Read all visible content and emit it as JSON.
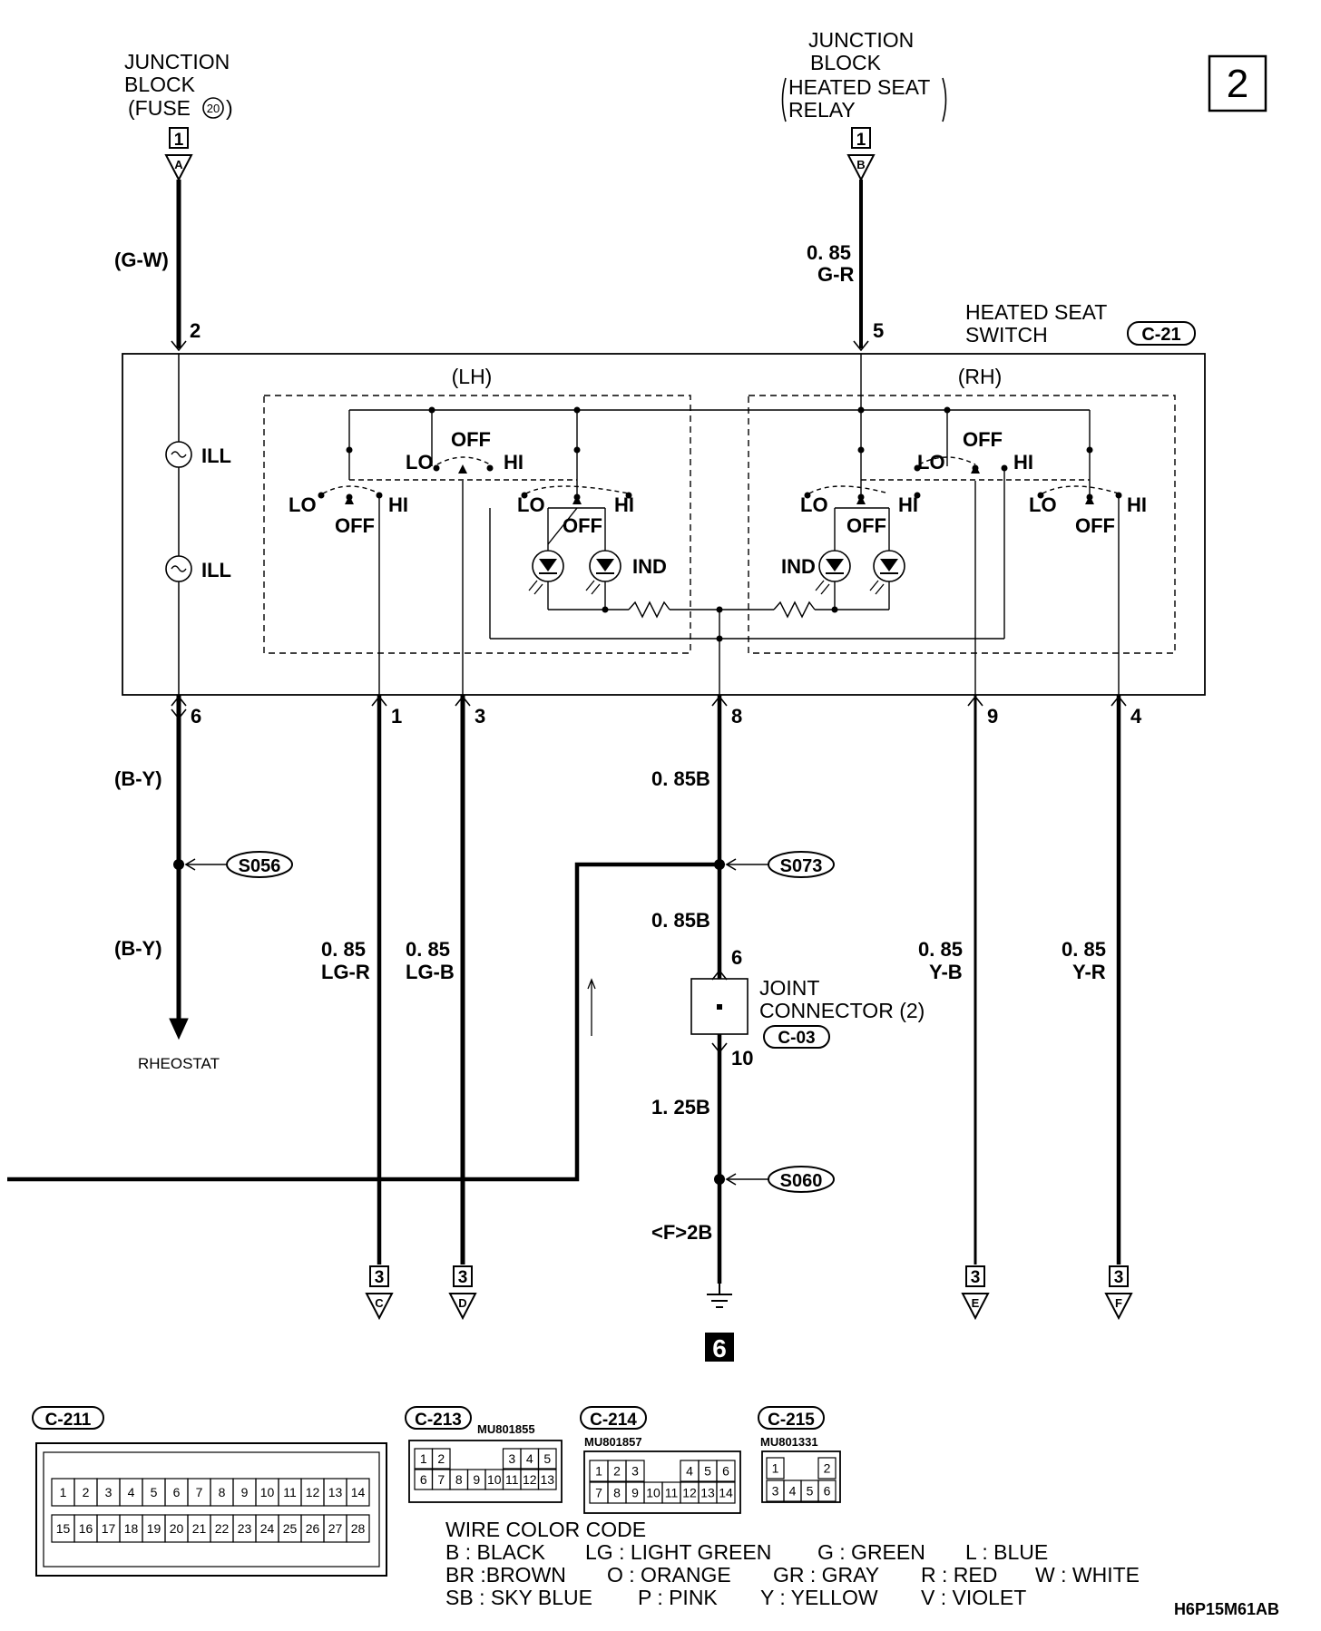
{
  "page_number": "2",
  "diagram_code": "H6P15M61AB",
  "junction_left": {
    "line1": "JUNCTION",
    "line2": "BLOCK",
    "line3": "(FUSE",
    "fuse_no": "20",
    "line3_end": ")",
    "box": "1",
    "conn": "A"
  },
  "junction_right": {
    "line1": "JUNCTION",
    "line2": "BLOCK",
    "line3": "HEATED SEAT",
    "line4": "RELAY",
    "box": "1",
    "conn": "B"
  },
  "wires": {
    "gw": "(G-W)",
    "right_size": "0. 85",
    "right_color": "G-R",
    "by_top": "(B-Y)",
    "by_bottom": "(B-Y)",
    "center_size1": "0. 85B",
    "center_size2": "0. 85B",
    "center_size3": "1. 25B",
    "center_ground": "<F>2B",
    "lgr_size": "0. 85",
    "lgr_color": "LG-R",
    "lgb_size": "0. 85",
    "lgb_color": "LG-B",
    "yb_size": "0. 85",
    "yb_color": "Y-B",
    "yr_size": "0. 85",
    "yr_color": "Y-R"
  },
  "pins": {
    "p2": "2",
    "p5": "5",
    "p6": "6",
    "p1": "1",
    "p3": "3",
    "p8": "8",
    "p9": "9",
    "p4": "4",
    "jc_in": "6",
    "jc_out": "10"
  },
  "switch": {
    "title1": "HEATED SEAT",
    "title2": "SWITCH",
    "code": "C-21",
    "lh": "(LH)",
    "rh": "(RH)"
  },
  "switch_labels": {
    "ill": "ILL",
    "ind": "IND",
    "lo": "LO",
    "hi": "HI",
    "off": "OFF"
  },
  "splices": {
    "s056": "S056",
    "s073": "S073",
    "s060": "S060"
  },
  "joint_connector": {
    "line1": "JOINT",
    "line2": "CONNECTOR (2)",
    "code": "C-03"
  },
  "rheostat": "RHEOSTAT",
  "ground": "6",
  "terminals": [
    {
      "box": "3",
      "conn": "C"
    },
    {
      "box": "3",
      "conn": "D"
    },
    {
      "box": "3",
      "conn": "E"
    },
    {
      "box": "3",
      "conn": "F"
    }
  ],
  "connectors": {
    "c211": {
      "code": "C-211",
      "row1": [
        "1",
        "2",
        "3",
        "4",
        "5",
        "6",
        "7",
        "8",
        "9",
        "10",
        "11",
        "12",
        "13",
        "14"
      ],
      "row2": [
        "15",
        "16",
        "17",
        "18",
        "19",
        "20",
        "21",
        "22",
        "23",
        "24",
        "25",
        "26",
        "27",
        "28"
      ]
    },
    "c213": {
      "code": "C-213",
      "part": "MU801855",
      "top_left": [
        "1",
        "2"
      ],
      "top_right": [
        "3",
        "4",
        "5"
      ],
      "bottom": [
        "6",
        "7",
        "8",
        "9",
        "10",
        "11",
        "12",
        "13"
      ]
    },
    "c214": {
      "code": "C-214",
      "part": "MU801857",
      "top_left": [
        "1",
        "2",
        "3"
      ],
      "top_right": [
        "4",
        "5",
        "6"
      ],
      "bottom": [
        "7",
        "8",
        "9",
        "10",
        "11",
        "12",
        "13",
        "14"
      ]
    },
    "c215": {
      "code": "C-215",
      "part": "MU801331",
      "top_left": [
        "1"
      ],
      "top_right": [
        "2"
      ],
      "bottom": [
        "3",
        "4",
        "5",
        "6"
      ]
    }
  },
  "wire_color_code": {
    "title": "WIRE COLOR CODE",
    "line1": [
      "B : BLACK",
      "LG : LIGHT GREEN",
      "G : GREEN",
      "L : BLUE"
    ],
    "line2": [
      "BR :BROWN",
      "O : ORANGE",
      "GR : GRAY",
      "R : RED",
      "W : WHITE"
    ],
    "line3": [
      "SB : SKY BLUE",
      "P : PINK",
      "Y : YELLOW",
      "V : VIOLET"
    ]
  }
}
